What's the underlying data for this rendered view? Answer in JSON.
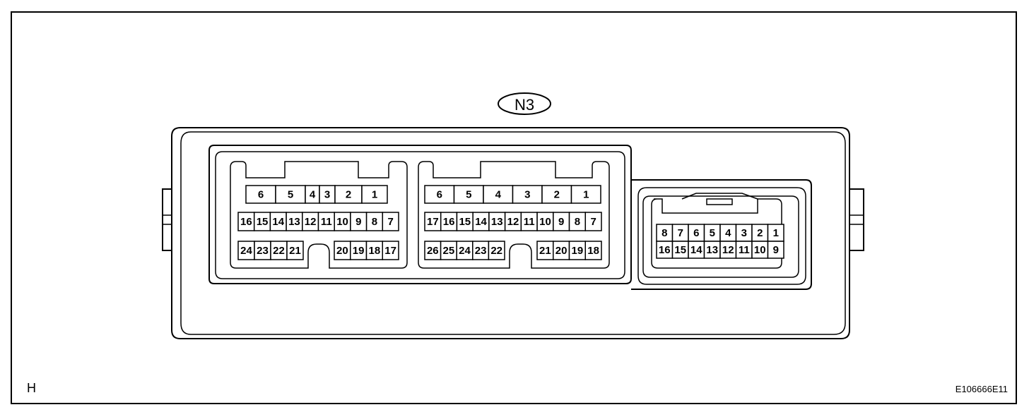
{
  "connector_label": "N3",
  "corner_label": "H",
  "figure_code": "E106666E11",
  "connectors": [
    {
      "name": "connector-a",
      "rows": [
        [
          "6",
          "5",
          "4",
          "3",
          "2",
          "1"
        ],
        [
          "16",
          "15",
          "14",
          "13",
          "12",
          "11",
          "10",
          "9",
          "8",
          "7"
        ],
        [
          "24",
          "23",
          "22",
          "21"
        ],
        [
          "20",
          "19",
          "18",
          "17"
        ]
      ]
    },
    {
      "name": "connector-b",
      "rows": [
        [
          "6",
          "5",
          "4",
          "3",
          "2",
          "1"
        ],
        [
          "17",
          "16",
          "15",
          "14",
          "13",
          "12",
          "11",
          "10",
          "9",
          "8",
          "7"
        ],
        [
          "26",
          "25",
          "24",
          "23",
          "22"
        ],
        [
          "21",
          "20",
          "19",
          "18"
        ]
      ]
    },
    {
      "name": "connector-c",
      "rows": [
        [
          "8",
          "7",
          "6",
          "5",
          "4",
          "3",
          "2",
          "1"
        ],
        [
          "16",
          "15",
          "14",
          "13",
          "12",
          "11",
          "10",
          "9"
        ]
      ]
    }
  ]
}
